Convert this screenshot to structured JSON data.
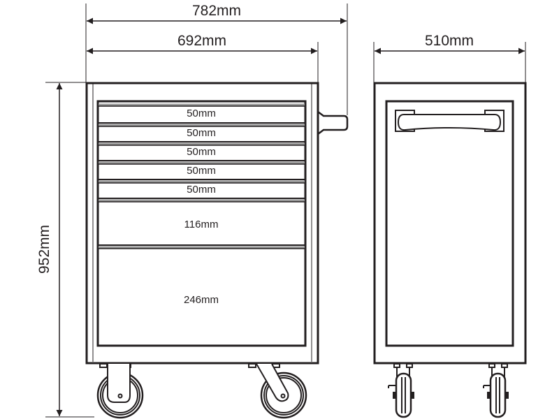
{
  "dimensions": {
    "overall_width": "782mm",
    "body_width": "692mm",
    "depth": "510mm",
    "height": "952mm"
  },
  "drawers": [
    "50mm",
    "50mm",
    "50mm",
    "50mm",
    "50mm",
    "116mm",
    "246mm"
  ],
  "colors": {
    "line": "#231f20",
    "drawer_rail": "#9a9a9a"
  }
}
